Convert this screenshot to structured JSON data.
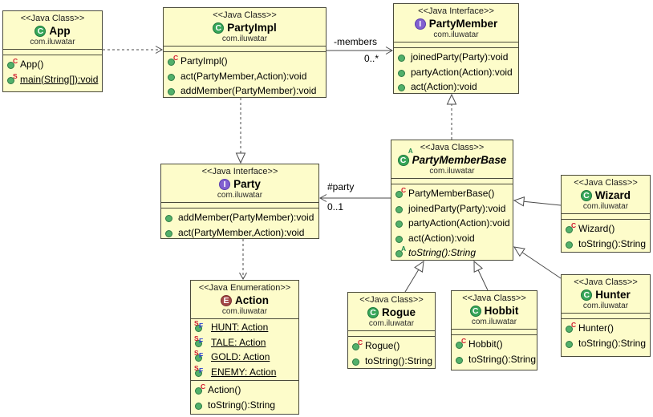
{
  "badges": {
    "constructor": "C",
    "static": "S",
    "final": "F",
    "abstract": "A"
  },
  "edges": {
    "members_role": "-members",
    "members_mult": "0..*",
    "party_role": "#party",
    "party_mult": "0..1"
  },
  "colors": {
    "box_fill": "#fdfcca",
    "box_border": "#4b4b3b",
    "connector": "#4a4a4a",
    "class_icon": "#37a659",
    "interface_icon": "#8160d0",
    "enum_icon": "#a34848",
    "member_dot": "#52b06a",
    "badge_red": "#d01c2e",
    "badge_blue": "#2b3fd0",
    "badge_green": "#1f8a4d"
  },
  "classes": {
    "app": {
      "stereotype": "<<Java Class>>",
      "icon_letter": "C",
      "name": "App",
      "package": "com.iluwatar",
      "members": [
        {
          "label": "App()"
        },
        {
          "label": "main(String[]):void"
        }
      ]
    },
    "partyimpl": {
      "stereotype": "<<Java Class>>",
      "icon_letter": "C",
      "name": "PartyImpl",
      "package": "com.iluwatar",
      "members": [
        {
          "label": "PartyImpl()"
        },
        {
          "label": "act(PartyMember,Action):void"
        },
        {
          "label": "addMember(PartyMember):void"
        }
      ]
    },
    "partymember": {
      "stereotype": "<<Java Interface>>",
      "icon_letter": "I",
      "name": "PartyMember",
      "package": "com.iluwatar",
      "members": [
        {
          "label": "joinedParty(Party):void"
        },
        {
          "label": "partyAction(Action):void"
        },
        {
          "label": "act(Action):void"
        }
      ]
    },
    "party": {
      "stereotype": "<<Java Interface>>",
      "icon_letter": "I",
      "name": "Party",
      "package": "com.iluwatar",
      "members": [
        {
          "label": "addMember(PartyMember):void"
        },
        {
          "label": "act(PartyMember,Action):void"
        }
      ]
    },
    "partymemberbase": {
      "stereotype": "<<Java Class>>",
      "icon_letter": "C",
      "name": "PartyMemberBase",
      "package": "com.iluwatar",
      "members": [
        {
          "label": "PartyMemberBase()"
        },
        {
          "label": "joinedParty(Party):void"
        },
        {
          "label": "partyAction(Action):void"
        },
        {
          "label": "act(Action):void"
        },
        {
          "label": "toString():String"
        }
      ]
    },
    "wizard": {
      "stereotype": "<<Java Class>>",
      "icon_letter": "C",
      "name": "Wizard",
      "package": "com.iluwatar",
      "members": [
        {
          "label": "Wizard()"
        },
        {
          "label": "toString():String"
        }
      ]
    },
    "hunter": {
      "stereotype": "<<Java Class>>",
      "icon_letter": "C",
      "name": "Hunter",
      "package": "com.iluwatar",
      "members": [
        {
          "label": "Hunter()"
        },
        {
          "label": "toString():String"
        }
      ]
    },
    "rogue": {
      "stereotype": "<<Java Class>>",
      "icon_letter": "C",
      "name": "Rogue",
      "package": "com.iluwatar",
      "members": [
        {
          "label": "Rogue()"
        },
        {
          "label": "toString():String"
        }
      ]
    },
    "hobbit": {
      "stereotype": "<<Java Class>>",
      "icon_letter": "C",
      "name": "Hobbit",
      "package": "com.iluwatar",
      "members": [
        {
          "label": "Hobbit()"
        },
        {
          "label": "toString():String"
        }
      ]
    },
    "action": {
      "stereotype": "<<Java Enumeration>>",
      "icon_letter": "E",
      "name": "Action",
      "package": "com.iluwatar",
      "fields": [
        {
          "label": "HUNT: Action"
        },
        {
          "label": "TALE: Action"
        },
        {
          "label": "GOLD: Action"
        },
        {
          "label": "ENEMY: Action"
        }
      ],
      "members": [
        {
          "label": "Action()"
        },
        {
          "label": "toString():String"
        }
      ]
    }
  }
}
